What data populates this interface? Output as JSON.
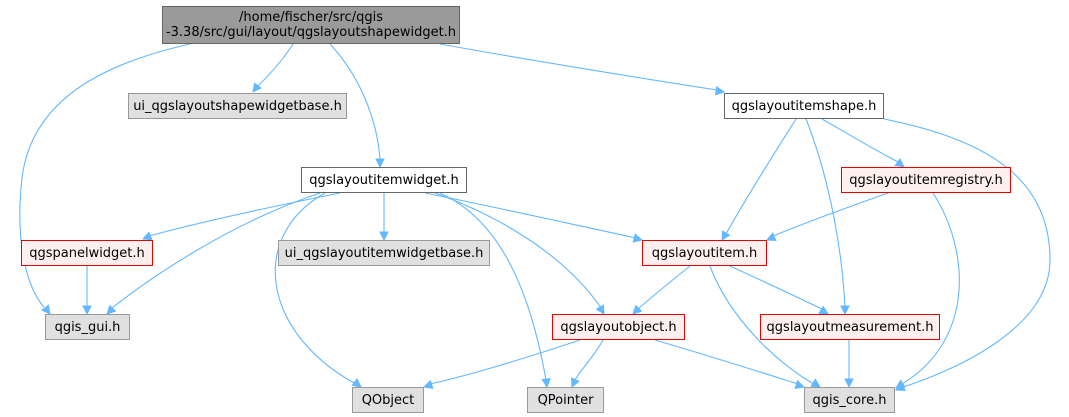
{
  "graph": {
    "nodes": {
      "root_line1": "/home/fischer/src/qgis",
      "root_line2": "-3.38/src/gui/layout/qgslayoutshapewidget.h",
      "ui_shape_base": "ui_qgslayoutshapewidgetbase.h",
      "item_shape": "qgslayoutitemshape.h",
      "item_widget": "qgslayoutitemwidget.h",
      "item_registry": "qgslayoutitemregistry.h",
      "panel_widget": "qgspanelwidget.h",
      "ui_item_widget_base": "ui_qgslayoutitemwidgetbase.h",
      "layout_item": "qgslayoutitem.h",
      "gis_gui": "qgis_gui.h",
      "layout_object": "qgslayoutobject.h",
      "layout_measurement": "qgslayoutmeasurement.h",
      "qobject": "QObject",
      "qpointer": "QPointer",
      "gis_core": "qgis_core.h"
    },
    "colors": {
      "edge": "#63b8ff",
      "root_fill": "#9a9a9a",
      "red_border": "#e60000",
      "grey_fill": "#e0e0e0"
    }
  }
}
